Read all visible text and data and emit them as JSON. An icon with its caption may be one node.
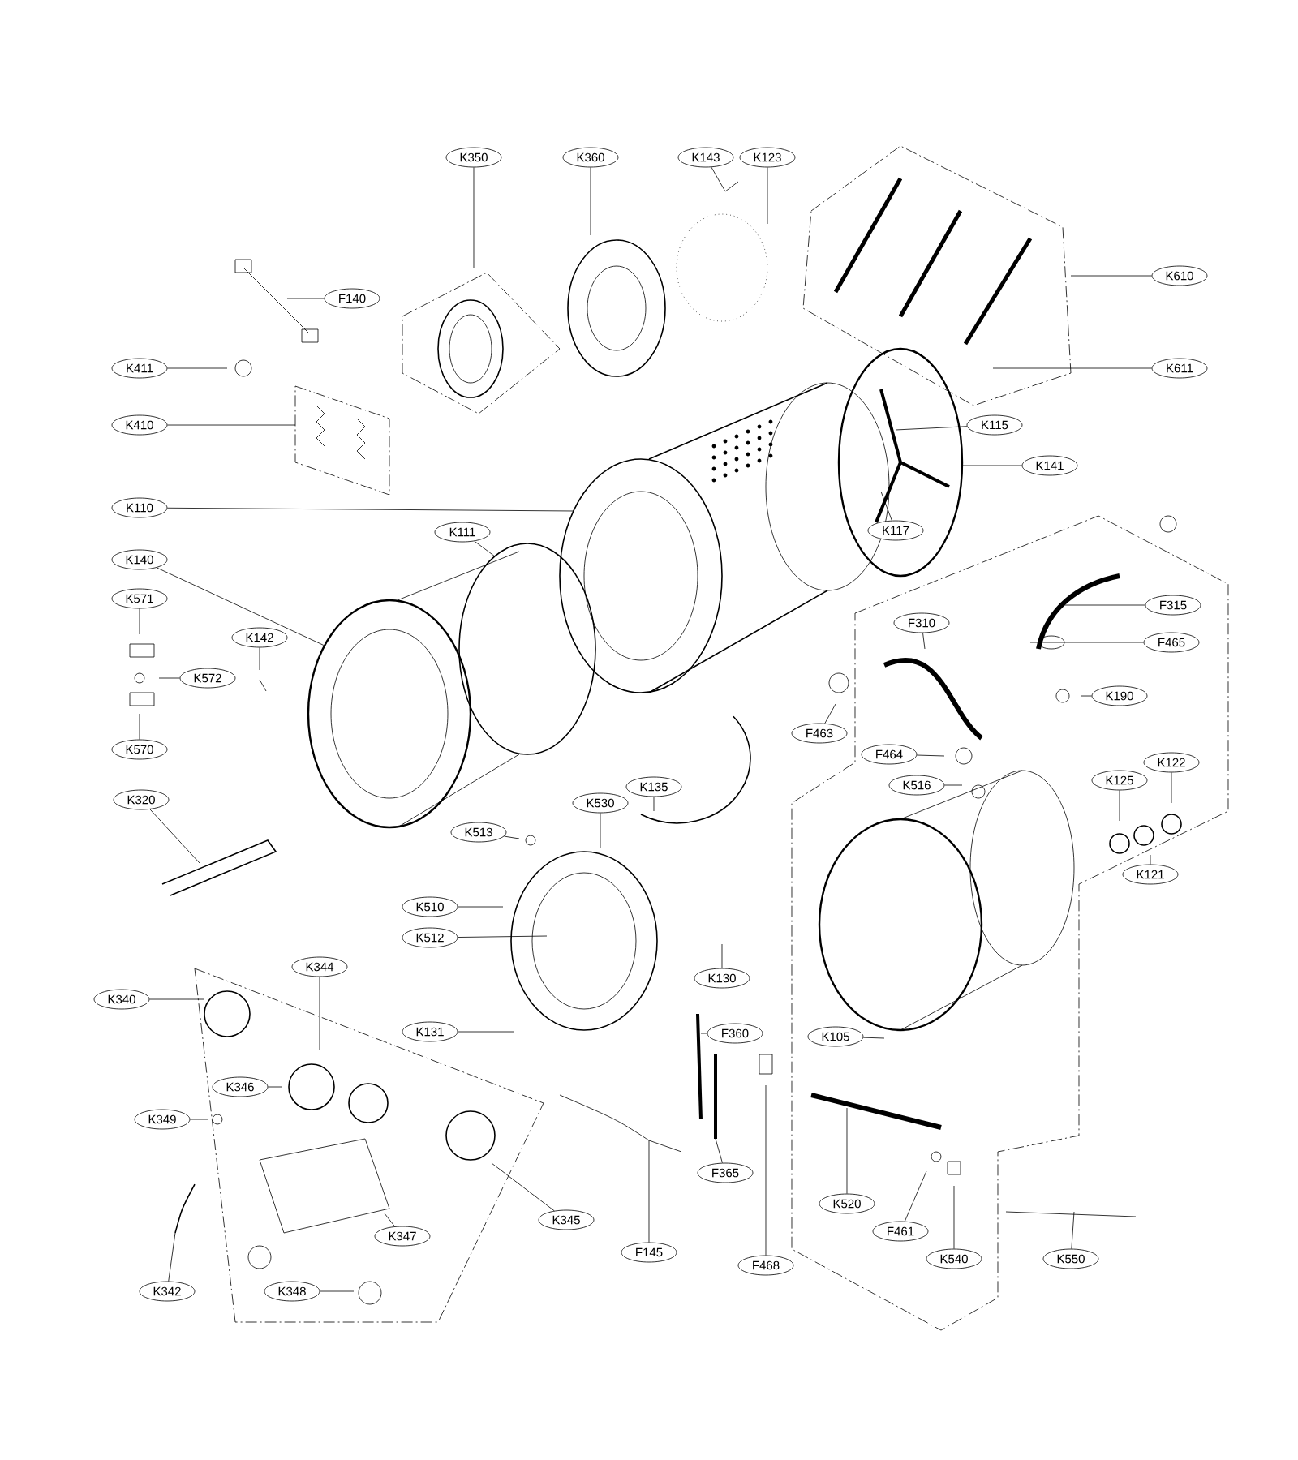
{
  "diagram": {
    "nodes": [
      {
        "text": [
          "K350"
        ]
      },
      {
        "text": [
          "K360"
        ]
      },
      {
        "text": [
          "K143"
        ]
      },
      {
        "text": [
          "K123"
        ]
      },
      {
        "text": [
          "K610"
        ]
      },
      {
        "text": [
          "F140"
        ]
      },
      {
        "text": [
          "K411"
        ]
      },
      {
        "text": [
          "K611"
        ]
      },
      {
        "text": [
          "K410"
        ]
      },
      {
        "text": [
          "K115"
        ]
      },
      {
        "text": [
          "K141"
        ]
      },
      {
        "text": [
          "K110"
        ]
      },
      {
        "text": [
          "K117"
        ]
      },
      {
        "text": [
          "K111"
        ]
      },
      {
        "text": [
          "K140"
        ]
      },
      {
        "text": [
          "K571"
        ]
      },
      {
        "text": [
          "F315"
        ]
      },
      {
        "text": [
          "K142"
        ]
      },
      {
        "text": [
          "F310"
        ]
      },
      {
        "text": [
          "F465"
        ]
      },
      {
        "text": [
          "K572"
        ]
      },
      {
        "text": [
          "K190"
        ]
      },
      {
        "text": [
          "F463"
        ]
      },
      {
        "text": [
          "K570"
        ]
      },
      {
        "text": [
          "F464"
        ]
      },
      {
        "text": [
          "K122"
        ]
      },
      {
        "text": [
          "K125"
        ]
      },
      {
        "text": [
          "K516"
        ]
      },
      {
        "text": [
          "K135"
        ]
      },
      {
        "text": [
          "K320"
        ]
      },
      {
        "text": [
          "K530"
        ]
      },
      {
        "text": [
          "K513"
        ]
      },
      {
        "text": [
          "K121"
        ]
      },
      {
        "text": [
          "K510"
        ]
      },
      {
        "text": [
          "K512"
        ]
      },
      {
        "text": [
          "K344"
        ]
      },
      {
        "text": [
          "K130"
        ]
      },
      {
        "text": [
          "K340"
        ]
      },
      {
        "text": [
          "K131"
        ]
      },
      {
        "text": [
          "F360"
        ]
      },
      {
        "text": [
          "K105"
        ]
      },
      {
        "text": [
          "K346"
        ]
      },
      {
        "text": [
          "K349"
        ]
      },
      {
        "text": [
          "F365"
        ]
      },
      {
        "text": [
          "K520"
        ]
      },
      {
        "text": [
          "K345"
        ]
      },
      {
        "text": [
          "K347"
        ]
      },
      {
        "text": [
          "F461"
        ]
      },
      {
        "text": [
          "F145"
        ]
      },
      {
        "text": [
          "F468"
        ]
      },
      {
        "text": [
          "K540"
        ]
      },
      {
        "text": [
          "K550"
        ]
      },
      {
        "text": [
          "K342"
        ]
      },
      {
        "text": [
          "K348"
        ]
      }
    ],
    "edges": [
      {
        "from": 0,
        "to": null,
        "arrow": "none"
      },
      {
        "from": 1,
        "to": null,
        "arrow": "none"
      },
      {
        "from": 2,
        "to": null,
        "arrow": "none"
      },
      {
        "from": 3,
        "to": null,
        "arrow": "none"
      },
      {
        "from": 4,
        "to": null,
        "arrow": "none"
      },
      {
        "from": 5,
        "to": null,
        "arrow": "none"
      },
      {
        "from": 6,
        "to": null,
        "arrow": "none"
      },
      {
        "from": 7,
        "to": null,
        "arrow": "none"
      },
      {
        "from": 8,
        "to": null,
        "arrow": "none"
      },
      {
        "from": 9,
        "to": null,
        "arrow": "none"
      },
      {
        "from": 10,
        "to": null,
        "arrow": "none"
      },
      {
        "from": 11,
        "to": null,
        "arrow": "none"
      },
      {
        "from": 12,
        "to": null,
        "arrow": "none"
      },
      {
        "from": 13,
        "to": null,
        "arrow": "none"
      },
      {
        "from": 14,
        "to": null,
        "arrow": "none"
      },
      {
        "from": 15,
        "to": null,
        "arrow": "none"
      },
      {
        "from": 16,
        "to": null,
        "arrow": "none"
      },
      {
        "from": 17,
        "to": null,
        "arrow": "none"
      },
      {
        "from": 18,
        "to": null,
        "arrow": "none"
      },
      {
        "from": 19,
        "to": null,
        "arrow": "none"
      },
      {
        "from": 20,
        "to": null,
        "arrow": "none"
      },
      {
        "from": 21,
        "to": null,
        "arrow": "none"
      },
      {
        "from": 22,
        "to": null,
        "arrow": "none"
      },
      {
        "from": 23,
        "to": null,
        "arrow": "none"
      },
      {
        "from": 24,
        "to": null,
        "arrow": "none"
      },
      {
        "from": 25,
        "to": null,
        "arrow": "none"
      },
      {
        "from": 26,
        "to": null,
        "arrow": "none"
      },
      {
        "from": 27,
        "to": null,
        "arrow": "none"
      },
      {
        "from": 28,
        "to": null,
        "arrow": "none"
      },
      {
        "from": 29,
        "to": null,
        "arrow": "none"
      },
      {
        "from": 30,
        "to": null,
        "arrow": "none"
      },
      {
        "from": 31,
        "to": null,
        "arrow": "none"
      },
      {
        "from": 32,
        "to": null,
        "arrow": "none"
      },
      {
        "from": 33,
        "to": null,
        "arrow": "none"
      },
      {
        "from": 34,
        "to": null,
        "arrow": "none"
      },
      {
        "from": 35,
        "to": null,
        "arrow": "none"
      },
      {
        "from": 36,
        "to": null,
        "arrow": "none"
      },
      {
        "from": 37,
        "to": null,
        "arrow": "none"
      },
      {
        "from": 38,
        "to": null,
        "arrow": "none"
      },
      {
        "from": 39,
        "to": null,
        "arrow": "none"
      },
      {
        "from": 40,
        "to": null,
        "arrow": "none"
      },
      {
        "from": 41,
        "to": null,
        "arrow": "none"
      },
      {
        "from": 42,
        "to": null,
        "arrow": "none"
      },
      {
        "from": 43,
        "to": null,
        "arrow": "none"
      },
      {
        "from": 44,
        "to": null,
        "arrow": "none"
      },
      {
        "from": 45,
        "to": null,
        "arrow": "none"
      },
      {
        "from": 46,
        "to": null,
        "arrow": "none"
      },
      {
        "from": 47,
        "to": null,
        "arrow": "none"
      },
      {
        "from": 48,
        "to": null,
        "arrow": "none"
      },
      {
        "from": 49,
        "to": null,
        "arrow": "none"
      },
      {
        "from": 50,
        "to": null,
        "arrow": "none"
      },
      {
        "from": 51,
        "to": null,
        "arrow": "none"
      },
      {
        "from": 52,
        "to": null,
        "arrow": "none"
      },
      {
        "from": 53,
        "to": null,
        "arrow": "none"
      }
    ]
  }
}
